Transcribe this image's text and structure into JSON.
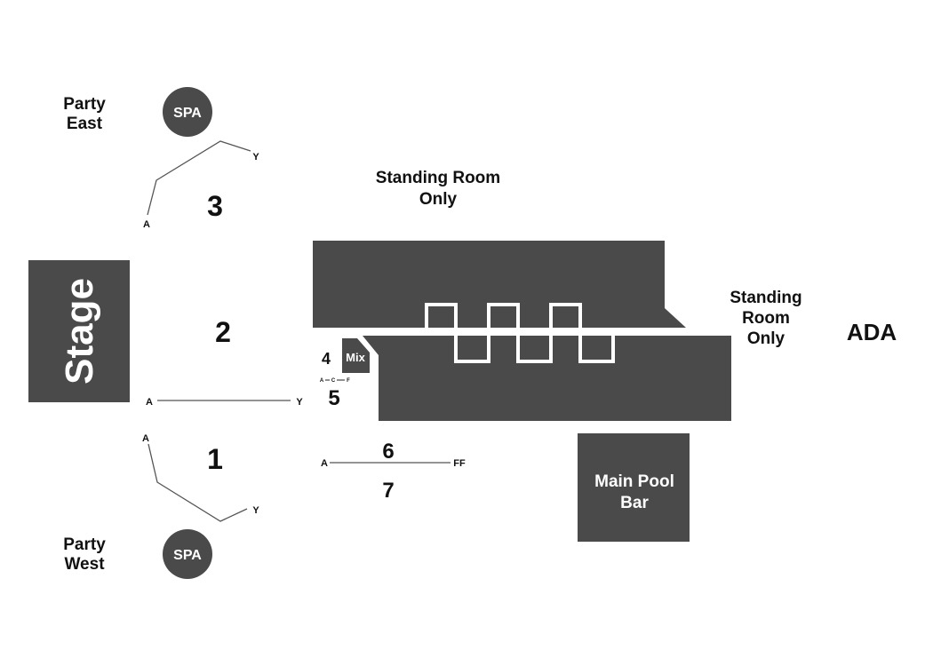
{
  "colors": {
    "block": "#4a4a4a",
    "line": "#555555",
    "text": "#111111",
    "background": "#ffffff"
  },
  "party_east": {
    "line1": "Party",
    "line2": "East",
    "spa": "SPA"
  },
  "party_west": {
    "line1": "Party",
    "line2": "West",
    "spa": "SPA"
  },
  "stage": "Stage",
  "standing_top": {
    "line1": "Standing Room",
    "line2": "Only"
  },
  "standing_right": {
    "line1": "Standing",
    "line2": "Room",
    "line3": "Only"
  },
  "ada": "ADA",
  "mix": "Mix",
  "main_pool_bar": {
    "line1": "Main Pool",
    "line2": "Bar"
  },
  "sections": {
    "s1": {
      "number": "1",
      "row_start": "A",
      "row_end": "Y"
    },
    "s2": {
      "number": "2",
      "row_start": "A",
      "row_end": "Y"
    },
    "s3": {
      "number": "3",
      "row_start": "A",
      "row_end": "Y"
    },
    "s4": {
      "number": "4"
    },
    "s5": {
      "number": "5",
      "row_start": "A",
      "row_mid": "C",
      "row_end": "F"
    },
    "s6": {
      "number": "6",
      "row_start": "A",
      "row_end": "FF"
    },
    "s7": {
      "number": "7"
    }
  }
}
